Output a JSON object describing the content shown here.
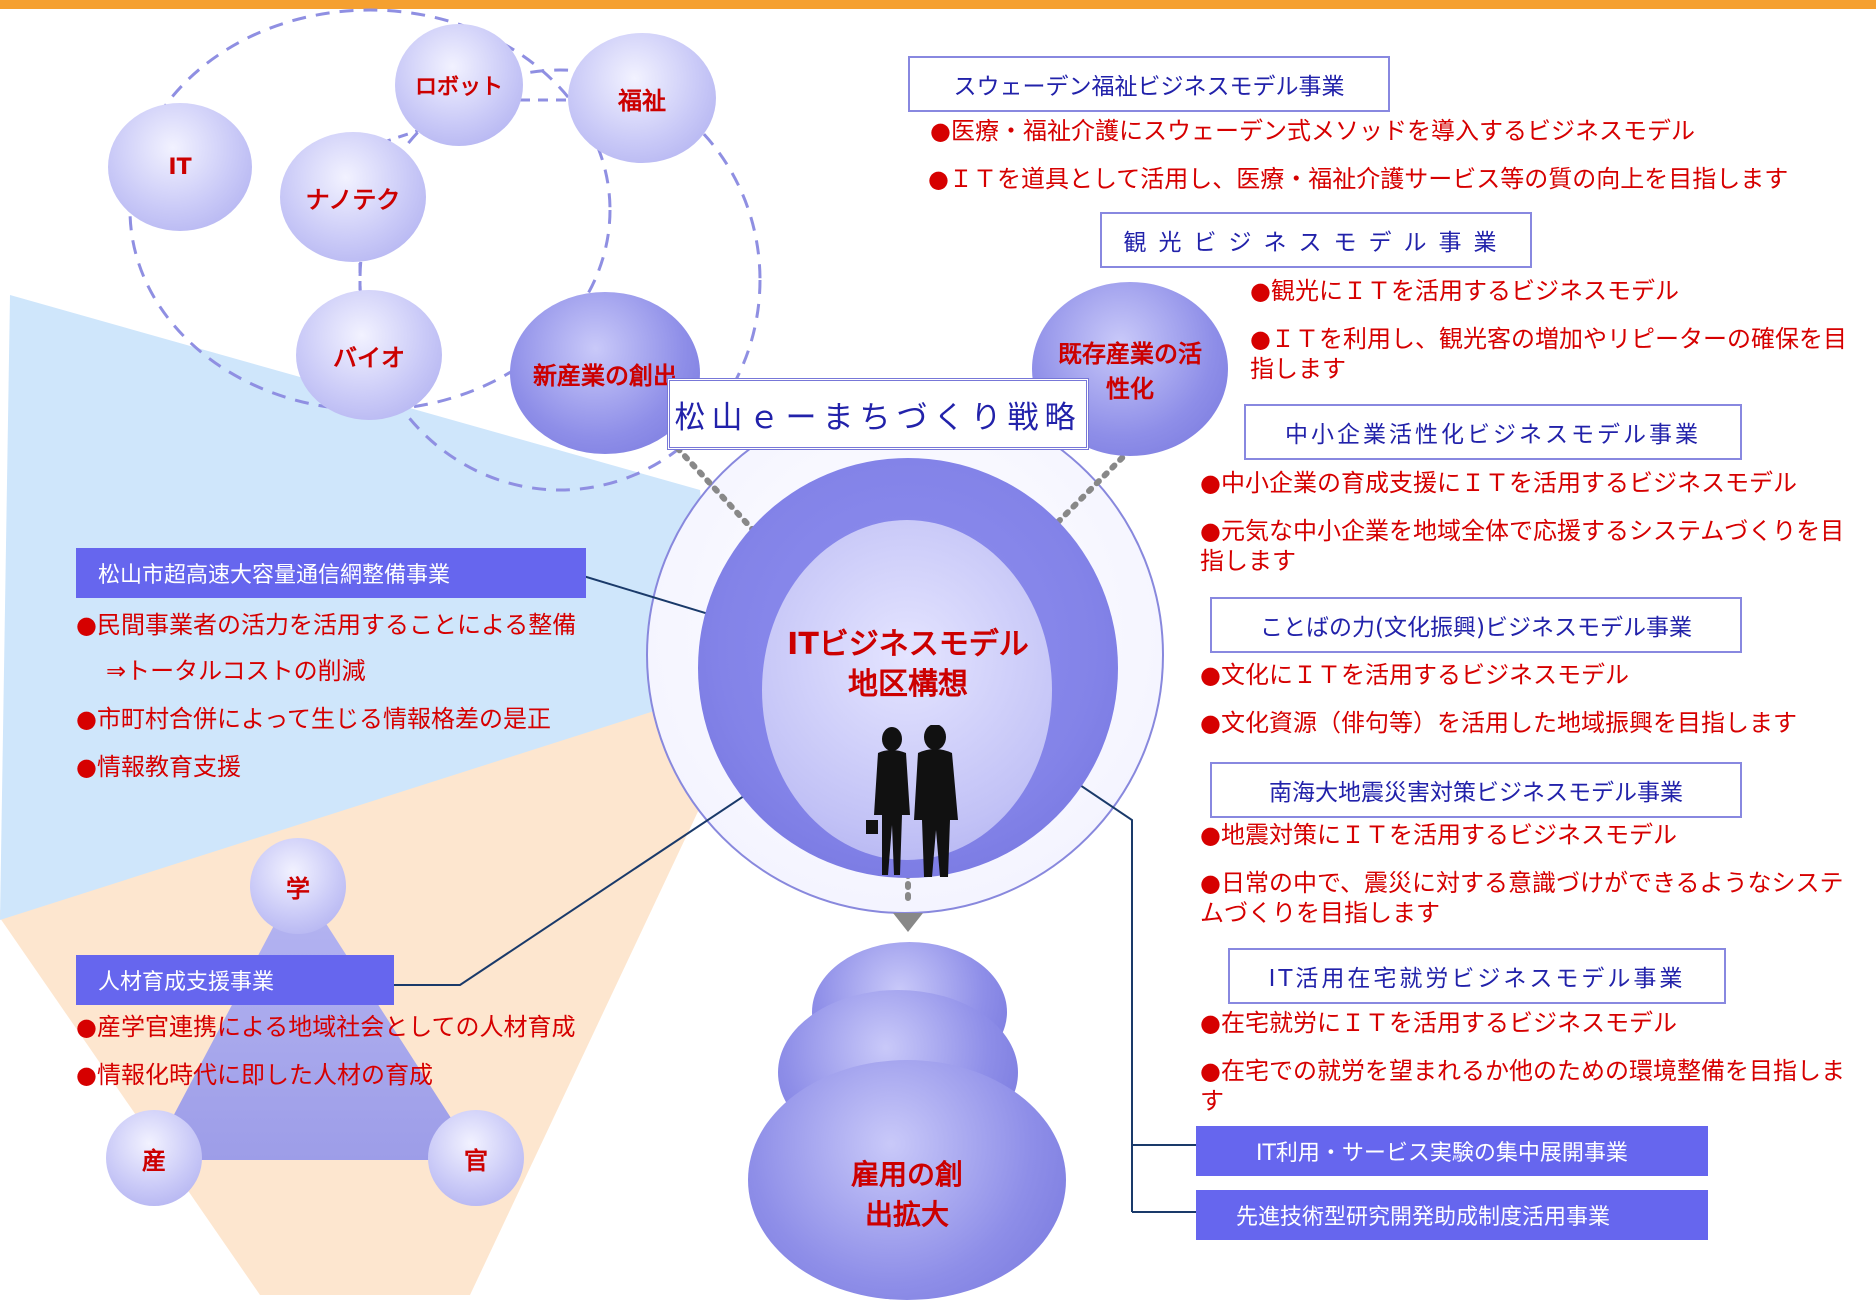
{
  "colors": {
    "top_bar": "#f5a030",
    "accent_red": "#d60000",
    "accent_blue": "#6666ee",
    "title_blue": "#2222aa",
    "light_blue_band": "#cfe6fb",
    "peach_band": "#fde6cf"
  },
  "cluster": {
    "it": "IT",
    "robot": "ロボット",
    "welfare": "福祉",
    "nanotech": "ナノテク",
    "bio": "バイオ",
    "new_industry": "新産業の創出",
    "existing_industry": "既存産業の活性化"
  },
  "strategy_title": "松山ｅーまちづくり戦略",
  "center": {
    "line1": "ITビジネスモデル",
    "line2": "地区構想"
  },
  "employment": {
    "line1": "雇用の創",
    "line2": "出拡大"
  },
  "left": {
    "network_title": "松山市超高速大容量通信網整備事業",
    "network_items": [
      "●民間事業者の活力を活用することによる整備",
      "⇒トータルコストの削減",
      "●市町村合併によって生じる情報格差の是正",
      "●情報教育支援"
    ],
    "hr_title": "人材育成支援事業",
    "hr_items": [
      "●産学官連携による地域社会としての人材育成",
      "●情報化時代に即した人材の育成"
    ],
    "triangle": {
      "top": "学",
      "left": "産",
      "right": "官"
    }
  },
  "right": {
    "sweden_title": "スウェーデン福祉ビジネスモデル事業",
    "sweden_items": [
      "●医療・福祉介護にスウェーデン式メソッドを導入するビジネスモデル",
      "●ＩＴを道具として活用し、医療・福祉介護サービス等の質の向上を目指します"
    ],
    "tourism_title": "観光ビジネスモデル事業",
    "tourism_items": [
      "●観光にＩＴを活用するビジネスモデル",
      "●ＩＴを利用し、観光客の増加やリピーターの確保を目指します"
    ],
    "sme_title": "中小企業活性化ビジネスモデル事業",
    "sme_items": [
      "●中小企業の育成支援にＩＴを活用するビジネスモデル",
      "●元気な中小企業を地域全体で応援するシステムづくりを目指します"
    ],
    "culture_title": "ことばの力(文化振興)ビジネスモデル事業",
    "culture_items": [
      "●文化にＩＴを活用するビジネスモデル",
      "●文化資源（俳句等）を活用した地域振興を目指します"
    ],
    "quake_title": "南海大地震災害対策ビジネスモデル事業",
    "quake_items": [
      "●地震対策にＩＴを活用するビジネスモデル",
      "●日常の中で、震災に対する意識づけができるようなシステムづくりを目指します"
    ],
    "home_title": "IT活用在宅就労ビジネスモデル事業",
    "home_items": [
      "●在宅就労にＩＴを活用するビジネスモデル",
      "●在宅での就労を望まれるか他のための環境整備を目指します"
    ],
    "bar1": "IT利用・サービス実験の集中展開事業",
    "bar2": "先進技術型研究開発助成制度活用事業"
  }
}
